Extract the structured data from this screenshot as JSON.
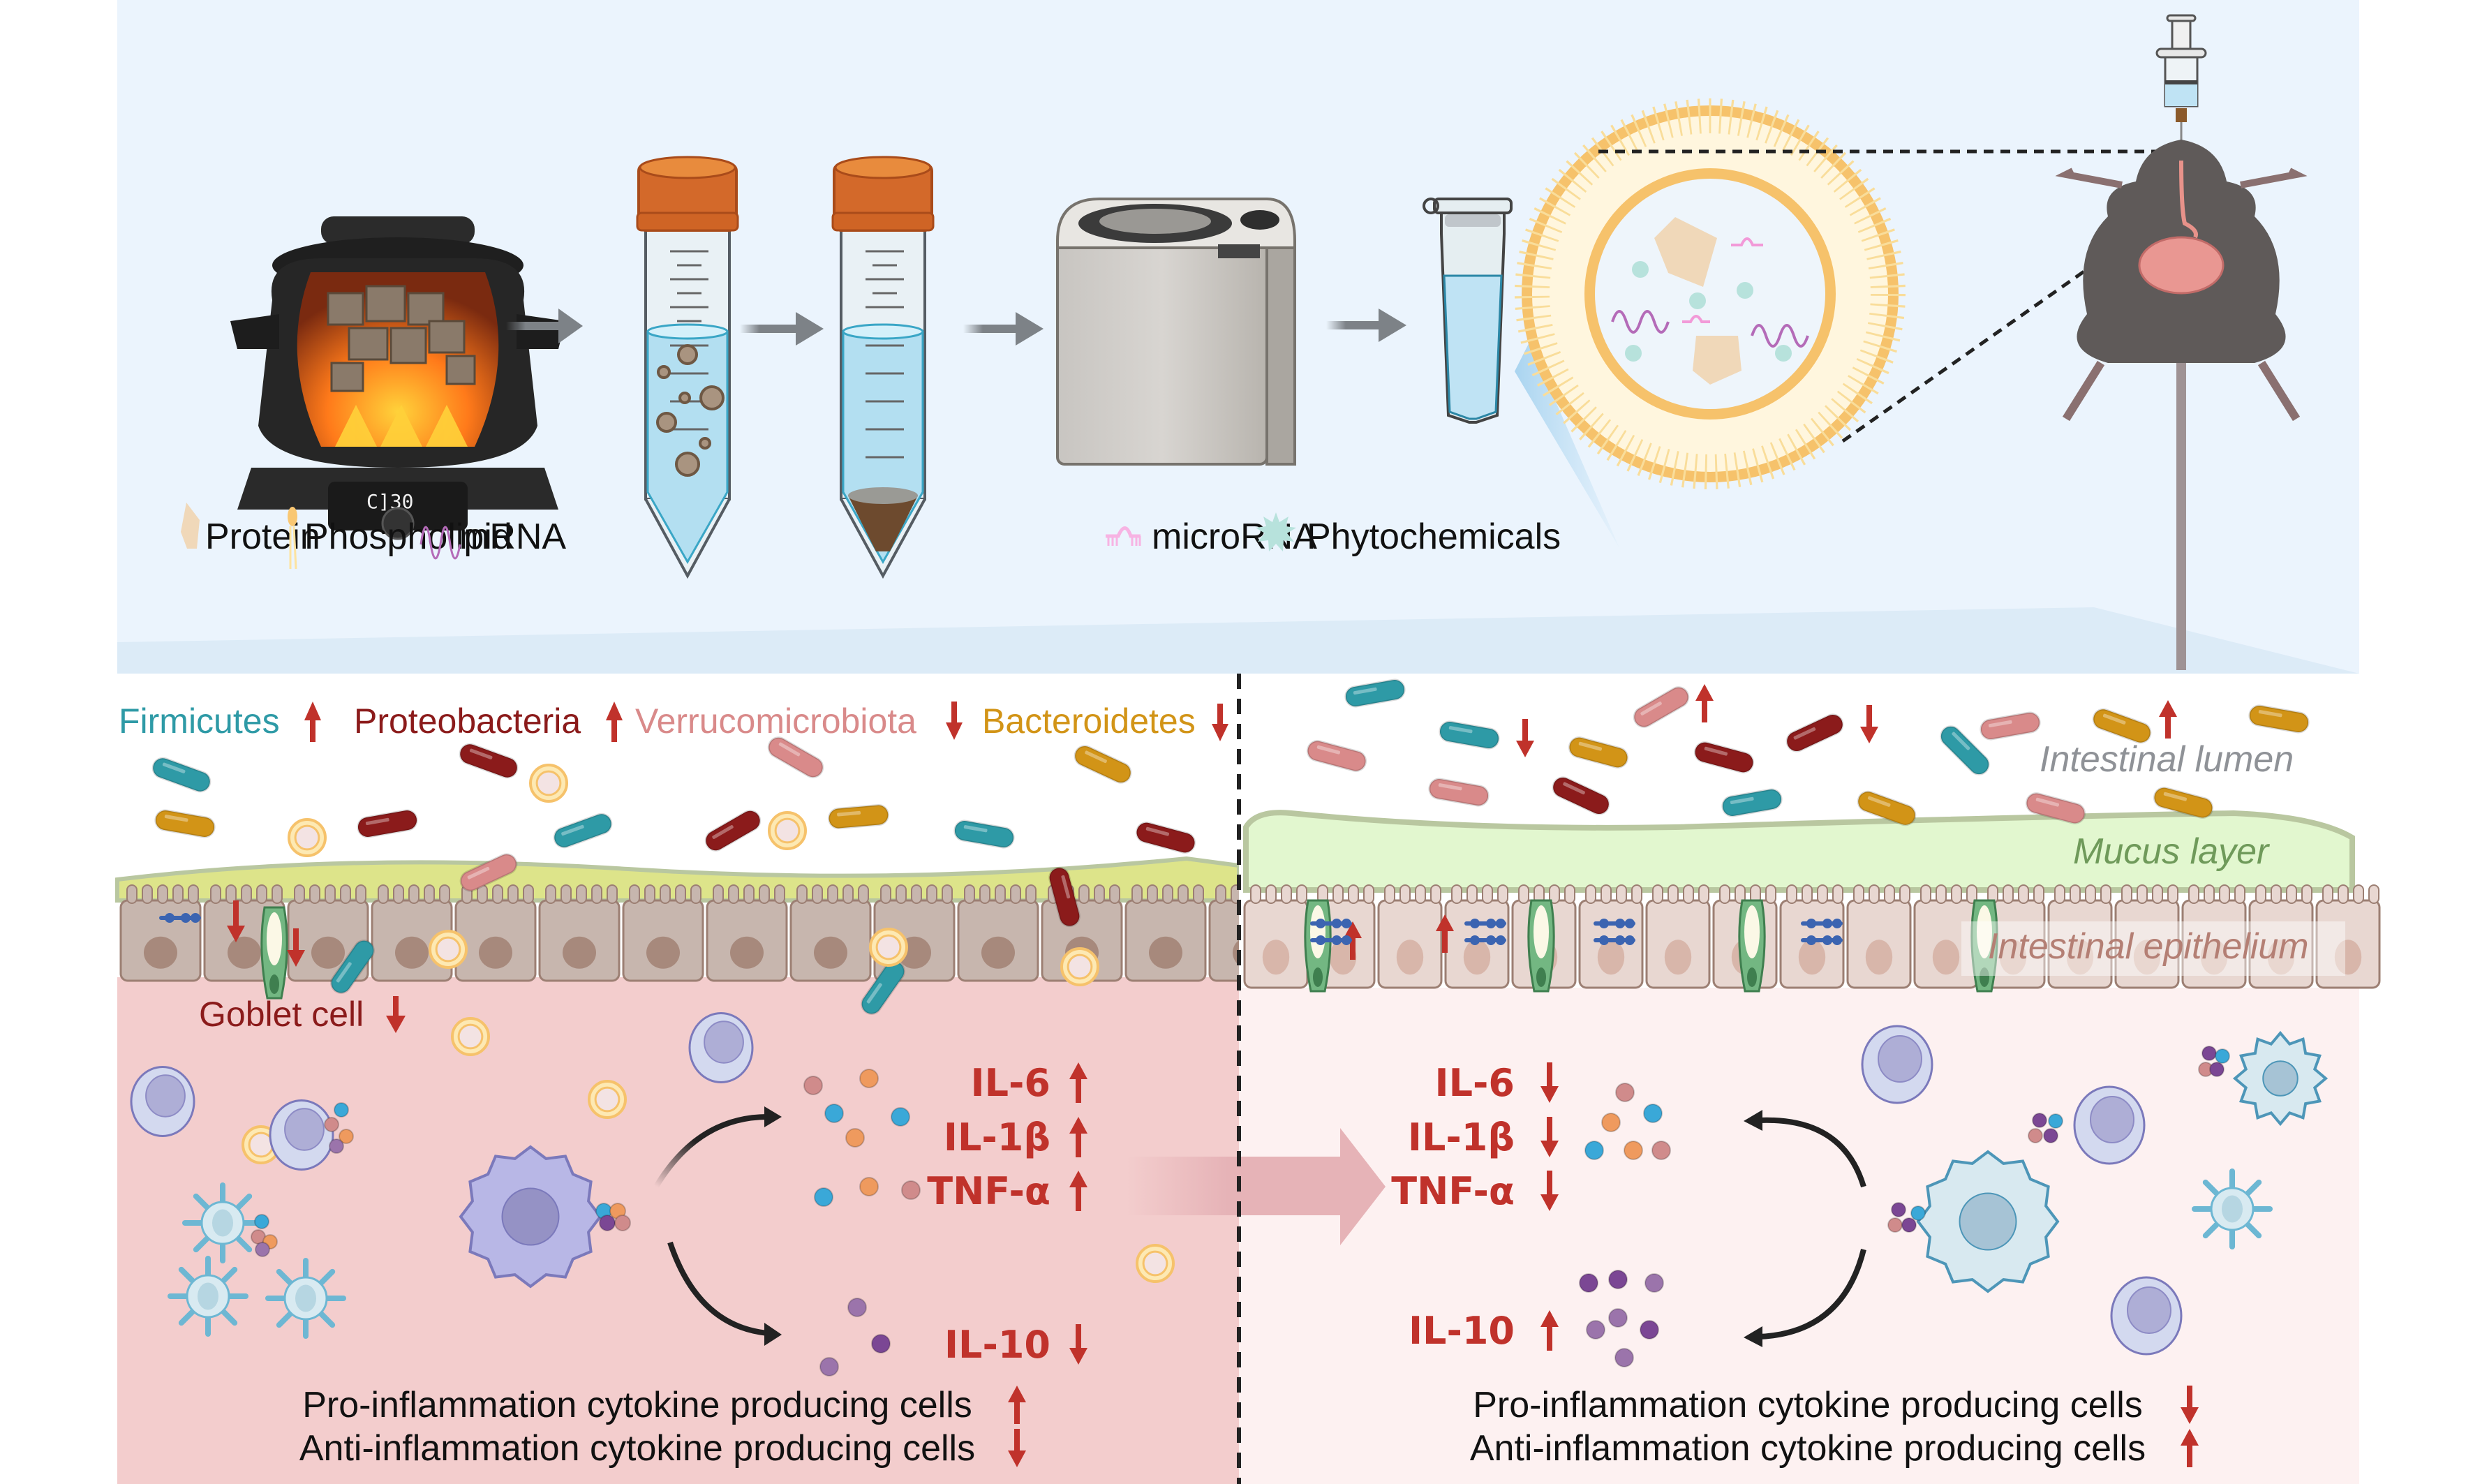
{
  "colors": {
    "top_panel_bg": "#ebf4fd",
    "inflamed_bg": "#f3cdcd",
    "healthy_bg": "#fdf1f1",
    "arrow_red": "#c0322b",
    "firmicutes": "#2e9aa6",
    "proteobacteria": "#8b1b1b",
    "verrucomicrobiota": "#d98a8a",
    "bacteroidetes": "#d29417",
    "mucus_healthy": "#e2f7cf",
    "mucus_inflamed": "#dde48a",
    "tube_cap": "#e07a2a",
    "liquid": "#bfe3f4",
    "lipid_head": "#f6c26b"
  },
  "legend": [
    {
      "icon": "protein-icon",
      "label": "Protein"
    },
    {
      "icon": "phospholipid-icon",
      "label": "Phospholipid"
    },
    {
      "icon": "mrna-icon",
      "label": "mRNA"
    },
    {
      "icon": "microrna-icon",
      "label": "microRNA"
    },
    {
      "icon": "phytochemicals-icon",
      "label": "Phytochemicals"
    }
  ],
  "workflow": {
    "steps": [
      "decoction-pot",
      "centrifuge-tube-suspension",
      "centrifuge-tube-pellet",
      "centrifuge",
      "microcentrifuge-tube",
      "vesicle-zoom",
      "oral-gavage-mouse"
    ],
    "pot_display": "C]30"
  },
  "phyla": [
    {
      "name": "Firmicutes",
      "change": "up"
    },
    {
      "name": "Proteobacteria",
      "change": "up"
    },
    {
      "name": "Verrucomicrobiota",
      "change": "down"
    },
    {
      "name": "Bacteroidetes",
      "change": "down"
    }
  ],
  "regions": {
    "lumen": "Intestinal lumen",
    "mucus": "Mucus layer",
    "epithelium": "Intestinal epithelium"
  },
  "goblet": {
    "label": "Goblet cell",
    "change": "down"
  },
  "left_cytokines": [
    {
      "name": "IL-6",
      "change": "up"
    },
    {
      "name": "IL-1β",
      "change": "up"
    },
    {
      "name": "TNF-α",
      "change": "up"
    },
    {
      "name": "IL-10",
      "change": "down"
    }
  ],
  "right_cytokines": [
    {
      "name": "IL-6",
      "change": "down"
    },
    {
      "name": "IL-1β",
      "change": "down"
    },
    {
      "name": "TNF-α",
      "change": "down"
    },
    {
      "name": "IL-10",
      "change": "up"
    }
  ],
  "left_summary": [
    {
      "text": "Pro-inflammation cytokine producing cells",
      "change": "up"
    },
    {
      "text": "Anti-inflammation cytokine producing cells",
      "change": "down"
    }
  ],
  "right_summary": [
    {
      "text": "Pro-inflammation cytokine producing cells",
      "change": "down"
    },
    {
      "text": "Anti-inflammation cytokine producing cells",
      "change": "up"
    }
  ]
}
